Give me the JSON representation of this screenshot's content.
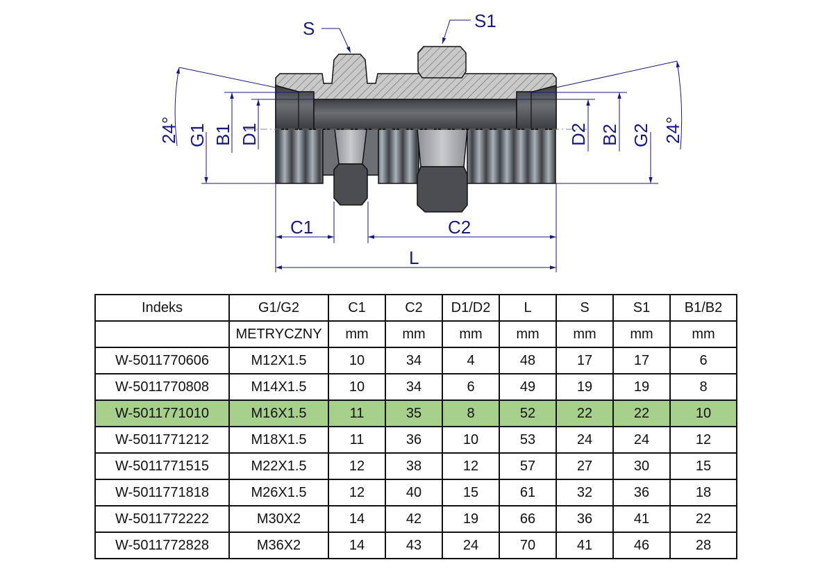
{
  "drawing": {
    "labels": {
      "S": "S",
      "S1": "S1",
      "angle_left": "24°",
      "angle_right": "24°",
      "G1": "G1",
      "B1": "B1",
      "D1": "D1",
      "D2": "D2",
      "B2": "B2",
      "G2": "G2",
      "C1": "C1",
      "C2": "C2",
      "L": "L"
    },
    "colors": {
      "dimension": "#1a1a7a",
      "body": "#4a4d52",
      "section": "#c8c8c8",
      "highlight_row": "#a8d08d"
    }
  },
  "table": {
    "header": [
      "Indeks",
      "G1/G2",
      "C1",
      "C2",
      "D1/D2",
      "L",
      "S",
      "S1",
      "B1/B2"
    ],
    "units": [
      "",
      "METRYCZNY",
      "mm",
      "mm",
      "mm",
      "mm",
      "mm",
      "mm",
      "mm"
    ],
    "highlighted_row_index": 2,
    "rows": [
      [
        "W-5011770606",
        "M12X1.5",
        "10",
        "34",
        "4",
        "48",
        "17",
        "17",
        "6"
      ],
      [
        "W-5011770808",
        "M14X1.5",
        "10",
        "34",
        "6",
        "49",
        "19",
        "19",
        "8"
      ],
      [
        "W-5011771010",
        "M16X1.5",
        "11",
        "35",
        "8",
        "52",
        "22",
        "22",
        "10"
      ],
      [
        "W-5011771212",
        "M18X1.5",
        "11",
        "36",
        "10",
        "53",
        "24",
        "24",
        "12"
      ],
      [
        "W-5011771515",
        "M22X1.5",
        "12",
        "38",
        "12",
        "57",
        "27",
        "30",
        "15"
      ],
      [
        "W-5011771818",
        "M26X1.5",
        "12",
        "40",
        "15",
        "61",
        "32",
        "36",
        "18"
      ],
      [
        "W-5011772222",
        "M30X2",
        "14",
        "42",
        "19",
        "66",
        "36",
        "41",
        "22"
      ],
      [
        "W-5011772828",
        "M36X2",
        "14",
        "43",
        "24",
        "70",
        "41",
        "46",
        "28"
      ]
    ]
  }
}
